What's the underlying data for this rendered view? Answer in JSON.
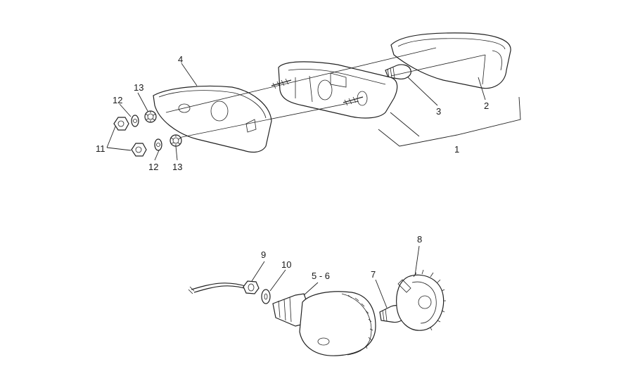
{
  "callouts": {
    "c1": "1",
    "c2": "2",
    "c3": "3",
    "c4": "4",
    "c5_6": "5 - 6",
    "c7": "7",
    "c8": "8",
    "c9": "9",
    "c10": "10",
    "c11": "11",
    "c12a": "12",
    "c12b": "12",
    "c13a": "13",
    "c13b": "13"
  }
}
